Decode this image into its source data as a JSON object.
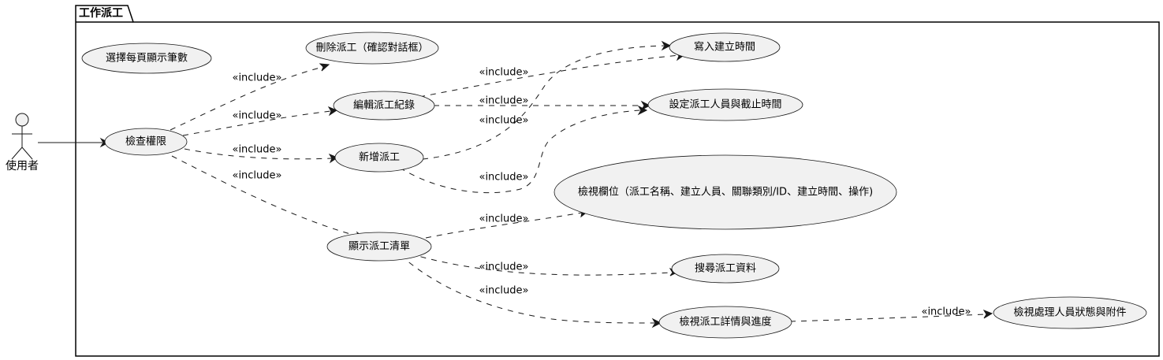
{
  "package": {
    "title": "工作派工"
  },
  "actor": {
    "label": "使用者"
  },
  "usecases": {
    "select_page_size": "選擇每頁顯示筆數",
    "delete_dispatch": "刪除派工（確認對話框）",
    "write_created_time": "寫入建立時間",
    "edit_dispatch": "編輯派工紀錄",
    "set_assignee_deadline": "設定派工人員與截止時間",
    "check_permission": "檢查權限",
    "add_dispatch": "新增派工",
    "view_columns": "檢視欄位（派工名稱、建立人員、關聯類別/ID、建立時間、操作)",
    "show_dispatch_list": "顯示派工清單",
    "search_dispatch": "搜尋派工資料",
    "view_detail_progress": "檢視派工詳情與進度",
    "view_handler_status": "檢視處理人員狀態與附件"
  },
  "relation_label": "«include»"
}
